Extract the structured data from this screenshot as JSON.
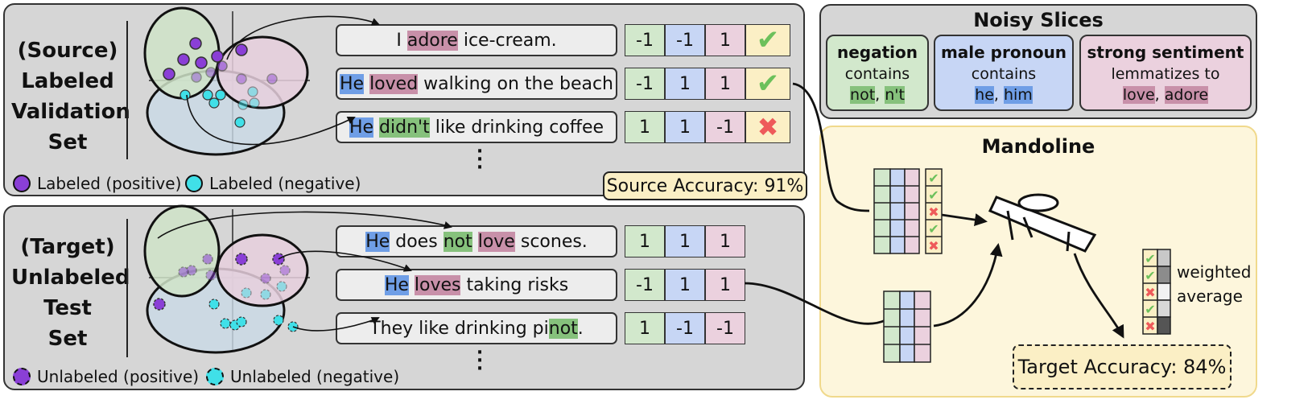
{
  "source": {
    "title_lines": [
      "(Source)",
      "Labeled",
      "Validation",
      "Set"
    ],
    "sentences": [
      {
        "pre": "I ",
        "hl": "adore",
        "post": " ice-cream.",
        "labels": [
          "-1",
          "-1",
          "1"
        ],
        "pred": "correct"
      },
      {
        "parts": [
          "He",
          " ",
          "loved",
          " walking on the beach"
        ],
        "labels": [
          "-1",
          "1",
          "1"
        ],
        "pred": "correct"
      },
      {
        "parts": [
          "He",
          " ",
          "didn't",
          " like drinking coffee"
        ],
        "labels": [
          "1",
          "1",
          "-1"
        ],
        "pred": "wrong"
      }
    ],
    "legend_positive": "Labeled (positive)",
    "legend_negative": "Labeled (negative)",
    "accuracy": "Source Accuracy: 91%"
  },
  "target": {
    "title_lines": [
      "(Target)",
      "Unlabeled",
      "Test",
      "Set"
    ],
    "sentences": [
      {
        "parts": [
          "He",
          " does ",
          "not",
          " ",
          "love",
          " scones."
        ],
        "labels": [
          "1",
          "1",
          "1"
        ]
      },
      {
        "parts": [
          "He",
          " ",
          "loves",
          " taking risks"
        ],
        "labels": [
          "-1",
          "1",
          "1"
        ]
      },
      {
        "parts": [
          "They like drinking pi",
          "not",
          "."
        ],
        "labels": [
          "1",
          "-1",
          "-1"
        ]
      }
    ],
    "legend_positive": "Unlabeled (positive)",
    "legend_negative": "Unlabeled (negative)"
  },
  "noisy_slices": {
    "title": "Noisy Slices",
    "slices": [
      {
        "name": "negation",
        "rule": "contains",
        "kw1": "not",
        "sep": ", ",
        "kw2": "n't"
      },
      {
        "name": "male pronoun",
        "rule": "contains",
        "kw1": "he",
        "sep": ", ",
        "kw2": "him"
      },
      {
        "name": "strong sentiment",
        "rule": "lemmatizes to",
        "kw1": "love",
        "sep": ", ",
        "kw2": "adore"
      }
    ]
  },
  "mandoline": {
    "title": "Mandoline",
    "weighted_line1": "weighted",
    "weighted_line2": "average",
    "accuracy": "Target Accuracy: 84%"
  },
  "colors": {
    "slice_negation": "#86c17c",
    "slice_male_pronoun": "#6f9ee6",
    "slice_strong_sentiment": "#c890a9",
    "positive_point": "#8a3fd6",
    "negative_point": "#40e0e8",
    "panel_bg": "#d6d6d6",
    "mandoline_bg": "#fdf6dc"
  }
}
